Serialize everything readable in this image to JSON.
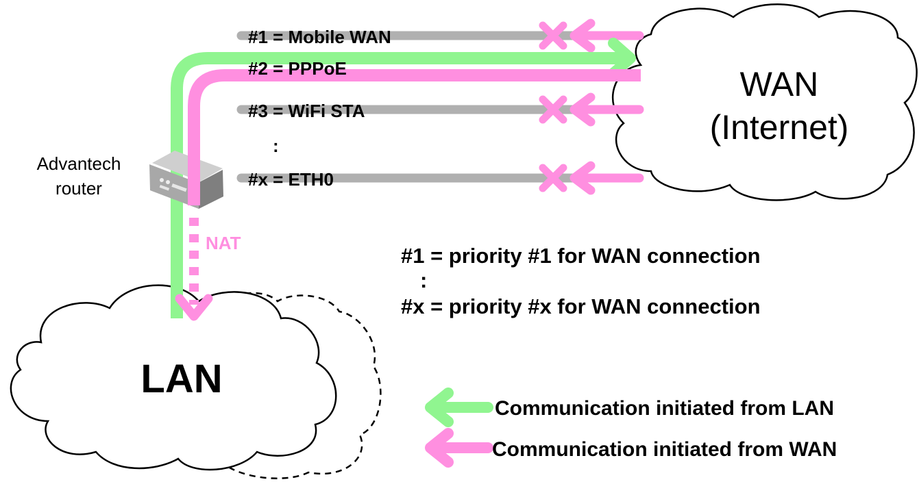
{
  "device": {
    "line1": "Advantech",
    "line2": "router"
  },
  "nat_label": "NAT",
  "wan_cloud": {
    "line1": "WAN",
    "line2": "(Internet)"
  },
  "lan_cloud": {
    "label": "LAN"
  },
  "connections": [
    {
      "label": "#1 = Mobile WAN",
      "state": "blocked"
    },
    {
      "label": "#2 = PPPoE",
      "state": "active"
    },
    {
      "label": "#3 = WiFi STA",
      "state": "blocked"
    },
    {
      "label": ":",
      "state": "ellipsis"
    },
    {
      "label": "#x = ETH0",
      "state": "blocked"
    }
  ],
  "priority_note": {
    "line1": "#1 = priority #1 for WAN connection",
    "line2": ":",
    "line3": "#x = priority #x for WAN connection"
  },
  "legend": [
    {
      "label": "Communication initiated from LAN",
      "color": "#90f590"
    },
    {
      "label": "Communication initiated from WAN",
      "color": "#ff8fe0"
    }
  ],
  "colors": {
    "lan_flow": "#90f590",
    "wan_flow": "#ff8fe0",
    "blocked_cross": "#ff8fe0",
    "inactive_line": "#b0b0b0"
  }
}
